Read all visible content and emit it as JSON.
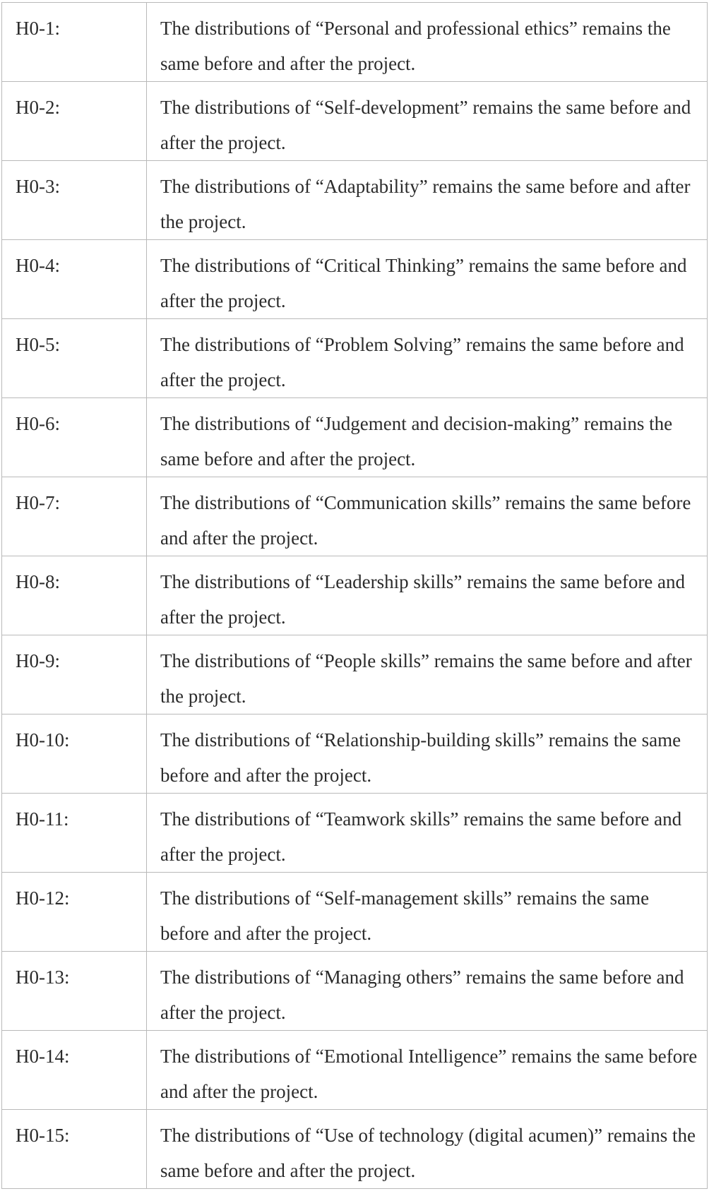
{
  "hypotheses": [
    {
      "id": "H0-1:",
      "text": "The distributions of “Personal and professional ethics” remains the same before and after the project."
    },
    {
      "id": "H0-2:",
      "text": "The distributions of “Self-development” remains the same before and after the project."
    },
    {
      "id": "H0-3:",
      "text": "The distributions of “Adaptability” remains the same before and after the project."
    },
    {
      "id": "H0-4:",
      "text": "The distributions of “Critical Thinking” remains the same before and after the project."
    },
    {
      "id": "H0-5:",
      "text": "The distributions of “Problem Solving” remains the same before and after the project."
    },
    {
      "id": "H0-6:",
      "text": "The distributions of “Judgement and decision-making” remains the same before and after the project."
    },
    {
      "id": "H0-7:",
      "text": "The distributions of “Communication skills” remains the same before and after the project."
    },
    {
      "id": "H0-8:",
      "text": "The distributions of “Leadership skills” remains the same before and after the project."
    },
    {
      "id": "H0-9:",
      "text": "The distributions of “People skills” remains the same before and after the project."
    },
    {
      "id": "H0-10:",
      "text": "The distributions of “Relationship-building skills” remains the same before and after the project."
    },
    {
      "id": "H0-11:",
      "text": "The distributions of “Teamwork skills” remains the same before and after the project."
    },
    {
      "id": "H0-12:",
      "text": "The distributions of “Self-management skills” remains the same before and after the project."
    },
    {
      "id": "H0-13:",
      "text": "The distributions of “Managing others” remains the same before and after the project."
    },
    {
      "id": "H0-14:",
      "text": "The distributions of “Emotional Intelligence” remains the same before and after the project."
    },
    {
      "id": "H0-15:",
      "text": "The distributions of “Use of technology (digital acumen)” remains the same before and after the project."
    }
  ]
}
